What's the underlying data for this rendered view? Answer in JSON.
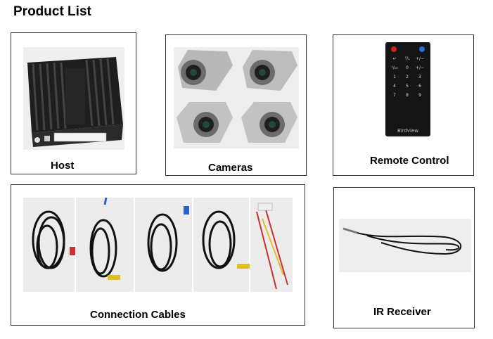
{
  "page": {
    "title": "Product List"
  },
  "items": {
    "host": {
      "caption": "Host"
    },
    "cameras": {
      "caption": "Cameras"
    },
    "remote": {
      "caption": "Remote Control",
      "brand": "Birdview",
      "keys": [
        "↵",
        "²/₁",
        "+/−",
        "¹/₁₀",
        "0",
        "+/−",
        "1",
        "2",
        "3",
        "4",
        "5",
        "6",
        "7",
        "8",
        "9"
      ]
    },
    "cables": {
      "caption": "Connection Cables"
    },
    "ir": {
      "caption": "IR Receiver"
    }
  },
  "colors": {
    "border": "#333333",
    "photo_bg": "#e6e6e6",
    "chrome": "#b9b9b9",
    "remote_body": "#151515",
    "power_key": "#d62020",
    "home_key": "#2a6fd6"
  }
}
